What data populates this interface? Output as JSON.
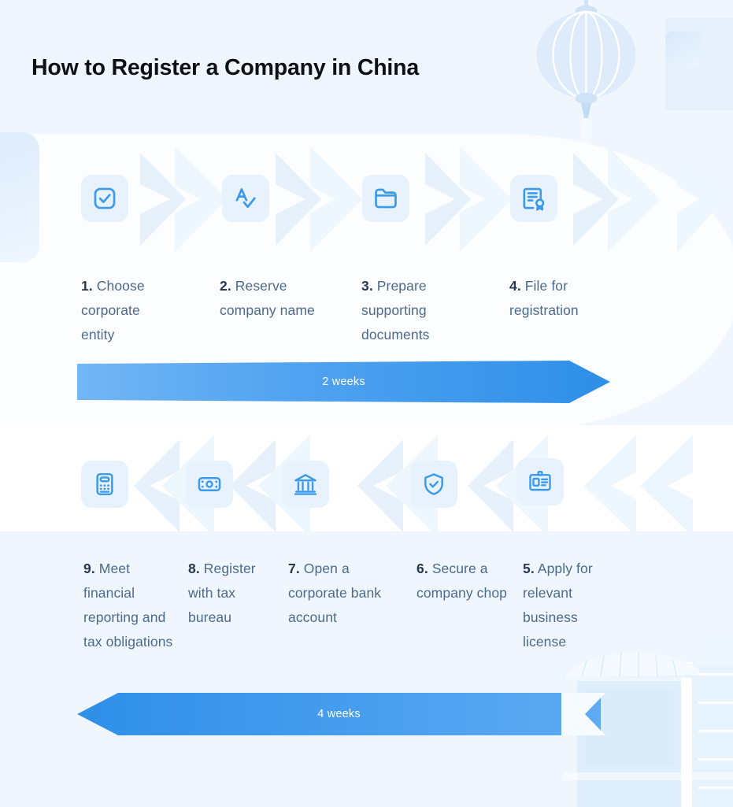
{
  "page": {
    "title": "How to Register a Company in China",
    "background_color": "#eff6fe",
    "accent_color": "#3b9ae9",
    "number_color": "#27384f",
    "text_color": "#4c6a8c"
  },
  "decorations": [
    {
      "name": "chinese-lantern",
      "color": "#dbeafb"
    },
    {
      "name": "pagoda-building",
      "color": "#dceafa"
    },
    {
      "name": "chevron-arrows-right",
      "color": "#e9f3fd"
    },
    {
      "name": "chevron-arrows-left",
      "color": "#e9f3fd"
    }
  ],
  "rows": [
    {
      "direction": "right",
      "steps": [
        {
          "num": "1.",
          "label": "Choose corporate entity",
          "icon": "checkbox-check-icon"
        },
        {
          "num": "2.",
          "label": "Reserve company name",
          "icon": "letter-a-check-icon"
        },
        {
          "num": "3.",
          "label": "Prepare supporting documents",
          "icon": "folder-icon"
        },
        {
          "num": "4.",
          "label": "File for registration",
          "icon": "certificate-seal-icon"
        }
      ],
      "duration": "2 weeks"
    },
    {
      "direction": "left",
      "steps": [
        {
          "num": "9.",
          "label": "Meet financial reporting and tax obligations",
          "icon": "calculator-icon"
        },
        {
          "num": "8.",
          "label": "Register with tax bureau",
          "icon": "banknote-icon"
        },
        {
          "num": "7.",
          "label": "Open a corporate bank account",
          "icon": "bank-building-icon"
        },
        {
          "num": "6.",
          "label": "Secure a company chop",
          "icon": "shield-check-icon"
        },
        {
          "num": "5.",
          "label": "Apply for relevant business license",
          "icon": "id-badge-icon"
        }
      ],
      "duration": "4 weeks"
    }
  ]
}
